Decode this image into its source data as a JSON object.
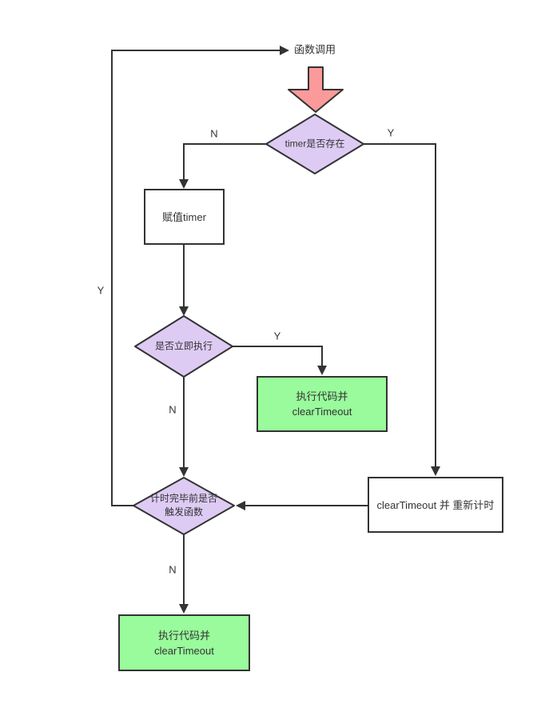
{
  "colors": {
    "background": "#ffffff",
    "line": "#333333",
    "node_border": "#333333",
    "node_purple": "#decbf4",
    "node_green": "#99fb9b",
    "arrow_red": "#fb9a9a"
  },
  "start": {
    "label": "函数调用"
  },
  "nodes": {
    "timer_exists": {
      "label": "timer是否存在"
    },
    "assign_timer": {
      "label": "赋值timer"
    },
    "immediate_exec": {
      "label": "是否立即执行"
    },
    "exec_clear_top": {
      "label": "执行代码并\nclearTimeout"
    },
    "triggered_before_end": {
      "label": "计时完毕前是否\n触发函数"
    },
    "clear_and_restart": {
      "label": "clearTimeout 并 重新计时"
    },
    "exec_clear_bottom": {
      "label": "执行代码并\nclearTimeout"
    }
  },
  "edge_labels": {
    "timer_exists_no": "N",
    "timer_exists_yes": "Y",
    "immediate_exec_yes": "Y",
    "immediate_exec_no": "N",
    "triggered_loop_yes": "Y",
    "triggered_no": "N"
  }
}
